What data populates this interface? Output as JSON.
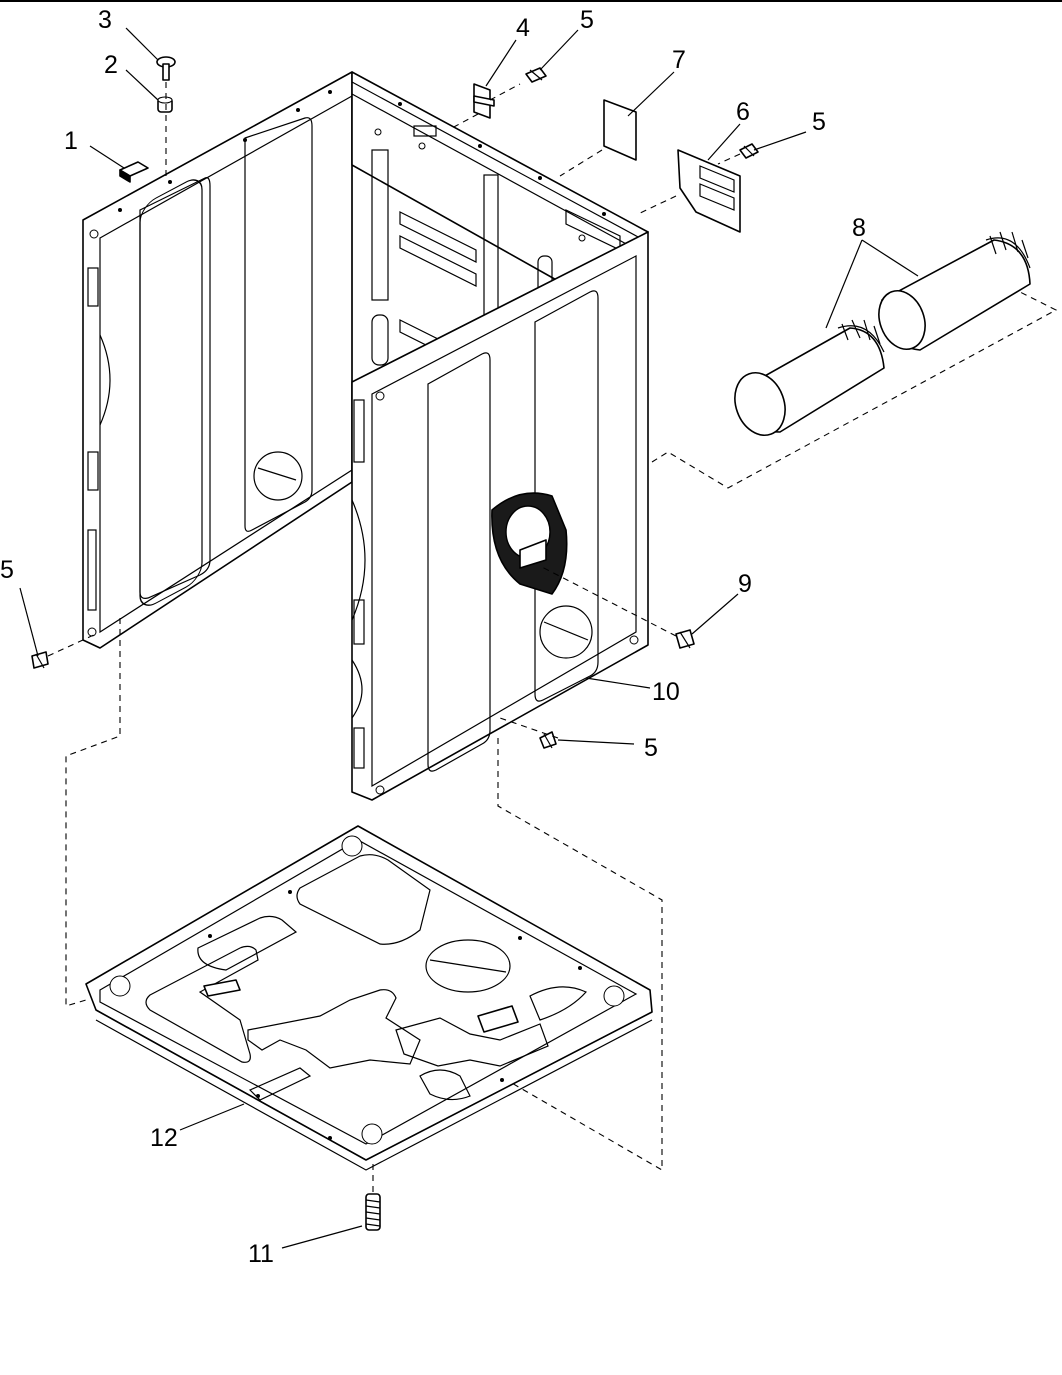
{
  "diagram": {
    "callouts": [
      {
        "id": "c1",
        "text": "1"
      },
      {
        "id": "c2",
        "text": "2"
      },
      {
        "id": "c3",
        "text": "3"
      },
      {
        "id": "c4",
        "text": "4"
      },
      {
        "id": "c5a",
        "text": "5"
      },
      {
        "id": "c5b",
        "text": "5"
      },
      {
        "id": "c5c",
        "text": "5"
      },
      {
        "id": "c5d",
        "text": "5"
      },
      {
        "id": "c6",
        "text": "6"
      },
      {
        "id": "c7",
        "text": "7"
      },
      {
        "id": "c8",
        "text": "8"
      },
      {
        "id": "c9",
        "text": "9"
      },
      {
        "id": "c10",
        "text": "10"
      },
      {
        "id": "c11",
        "text": "11"
      },
      {
        "id": "c12",
        "text": "12"
      }
    ]
  }
}
